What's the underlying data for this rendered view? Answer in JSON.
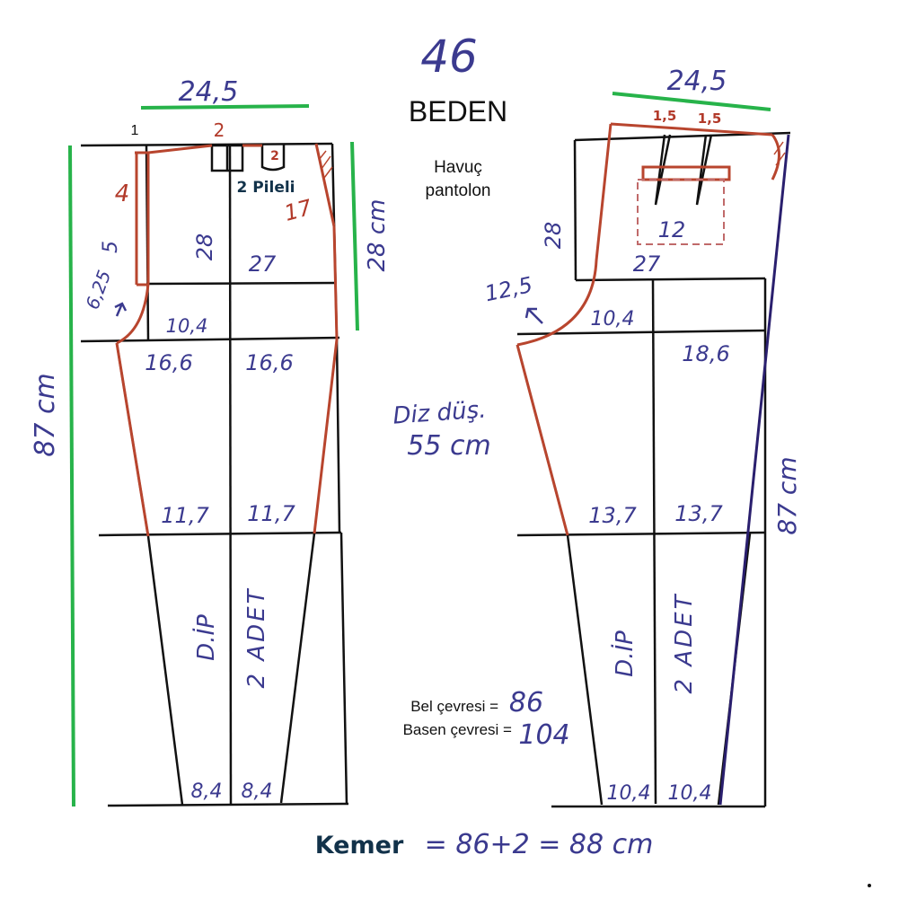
{
  "colors": {
    "black": "#111111",
    "pattern_red": "#b8452e",
    "handwriting_blue": "#3b3a8f",
    "measure_green": "#27b34a",
    "grain_navy": "#2a1f6e",
    "label_navy": "#12324a",
    "dashed_pocket": "#c06a6a"
  },
  "header": {
    "size": "46",
    "size_word": "BEDEN",
    "style_line1": "Havuç",
    "style_line2": "pantolon"
  },
  "front": {
    "top_width": "24,5",
    "corner_mark": "1",
    "waist_offset": "2",
    "pleat_size": "2",
    "pleat_label": "2 Pileli",
    "crotch_rise_label": "4",
    "side_slant": "17",
    "rise_cm": "28 cm",
    "full_length": "87 cm",
    "crotch_depth": "28",
    "hip_line": "27",
    "crotch_ext_num": "6,25",
    "crotch_ext_width": "10,4",
    "hip_left": "16,6",
    "hip_right": "16,6",
    "knee_left": "11,7",
    "knee_right": "11,7",
    "grain_text": "D.İP",
    "count_text": "2 ADET",
    "hem_left": "8,4",
    "hem_right": "8,4",
    "inner_rise_label": "5"
  },
  "back": {
    "top_width": "24,5",
    "dart_1": "1,5",
    "dart_2": "1,5",
    "crotch_depth": "28",
    "pocket_size": "12",
    "hip_line": "27",
    "crotch_ext_num": "12,5",
    "crotch_ext_width": "10,4",
    "hip_right": "18,6",
    "knee_left": "13,7",
    "knee_right": "13,7",
    "grain_text": "D.İP",
    "count_text": "2 ADET",
    "hem_left": "10,4",
    "hem_right": "10,4",
    "full_length": "87 cm"
  },
  "knee_note": {
    "line1": "Diz düş.",
    "line2": "55 cm"
  },
  "measurements": {
    "waist_label": "Bel çevresi =",
    "waist_value": "86",
    "hip_label": "Basen çevresi =",
    "hip_value": "104"
  },
  "belt": {
    "label": "Kemer",
    "formula": "= 86+2 = 88 cm"
  }
}
